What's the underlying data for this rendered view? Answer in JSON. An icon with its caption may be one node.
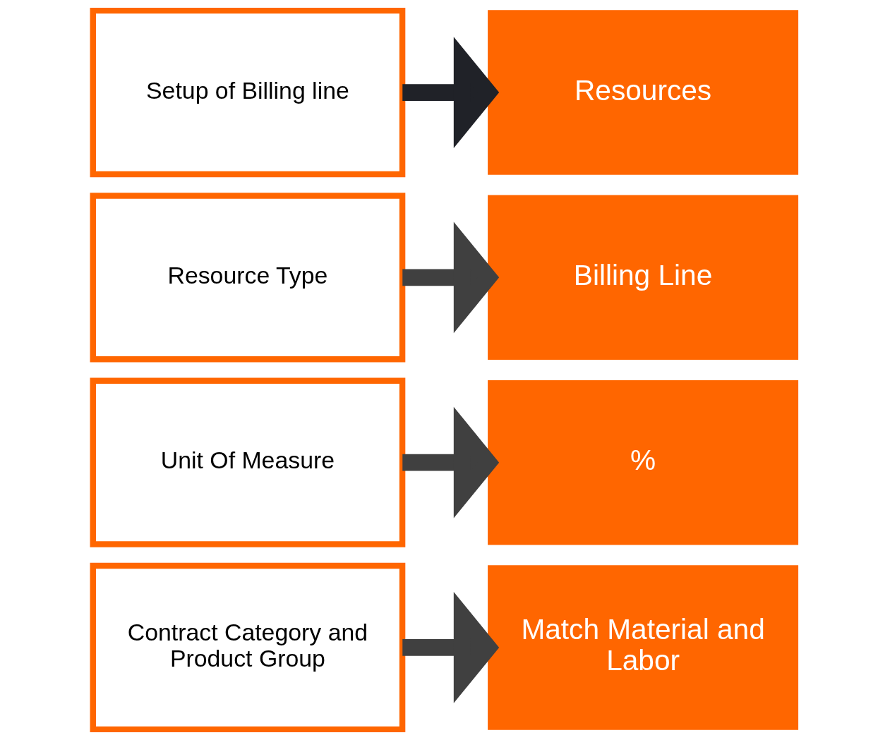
{
  "diagram": {
    "nodes": [
      {
        "text": [
          "Setup of Billing line"
        ]
      },
      {
        "text": [
          "Resources"
        ]
      },
      {
        "text": [
          "Resource Type"
        ]
      },
      {
        "text": [
          "Billing Line"
        ]
      },
      {
        "text": [
          "Unit Of Measure"
        ]
      },
      {
        "text": [
          "%"
        ]
      },
      {
        "text": [
          "Contract Category and Product Group"
        ]
      },
      {
        "text": [
          "Match Material and Labor"
        ]
      }
    ],
    "edges": [
      {
        "from": 0,
        "to": 1,
        "arrow": "to",
        "color": "#202228"
      },
      {
        "from": 2,
        "to": 3,
        "arrow": "to"
      },
      {
        "from": 4,
        "to": 5,
        "arrow": "to"
      },
      {
        "from": 6,
        "to": 7,
        "arrow": "to"
      }
    ]
  }
}
